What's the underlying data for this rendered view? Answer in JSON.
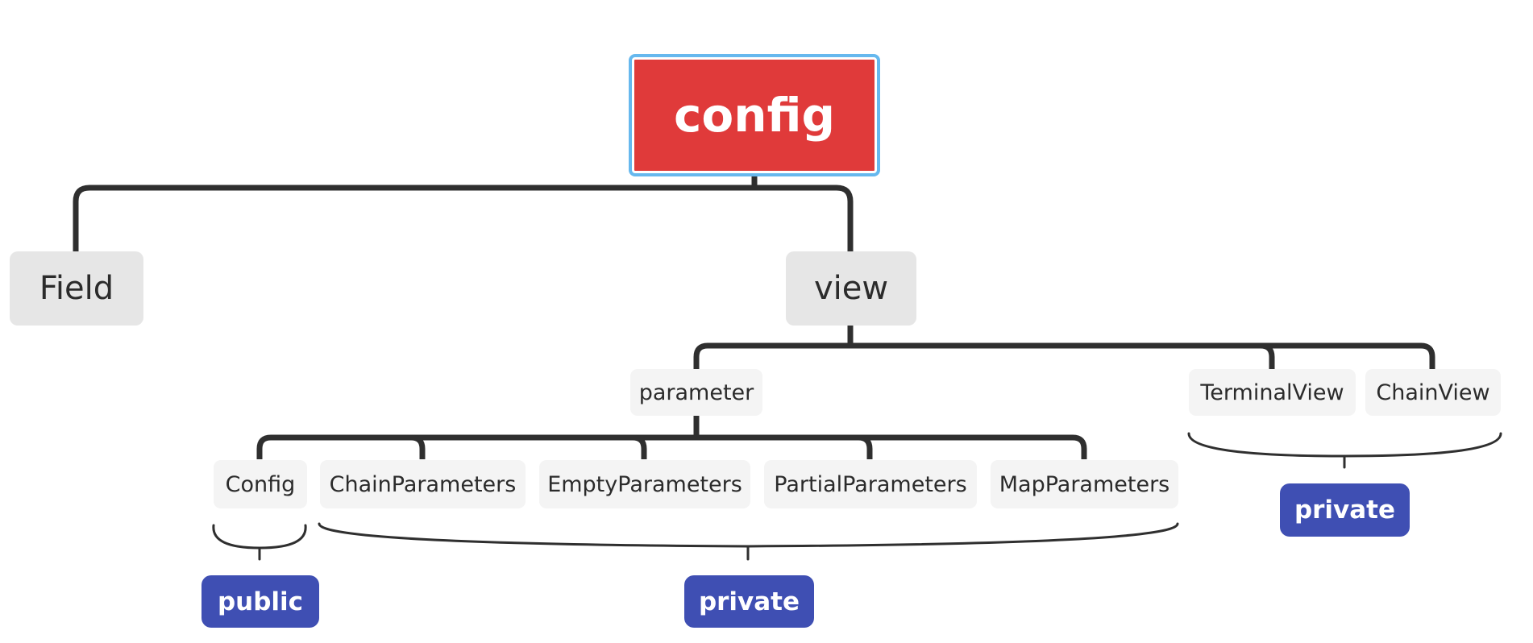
{
  "root": {
    "label": "config"
  },
  "nodes": {
    "field": "Field",
    "view": "view",
    "parameter": "parameter",
    "terminal_view": "TerminalView",
    "chain_view": "ChainView",
    "config": "Config",
    "chain_parameters": "ChainParameters",
    "empty_parameters": "EmptyParameters",
    "partial_parameters": "PartialParameters",
    "map_parameters": "MapParameters"
  },
  "summaries": {
    "config_group": "public",
    "parameters_group": "private",
    "views_group": "private"
  },
  "colors": {
    "root_fill": "#e03a3a",
    "root_outline": "#66b8ee",
    "tag_fill": "#3f4fb3",
    "line": "#2f2f2f"
  }
}
